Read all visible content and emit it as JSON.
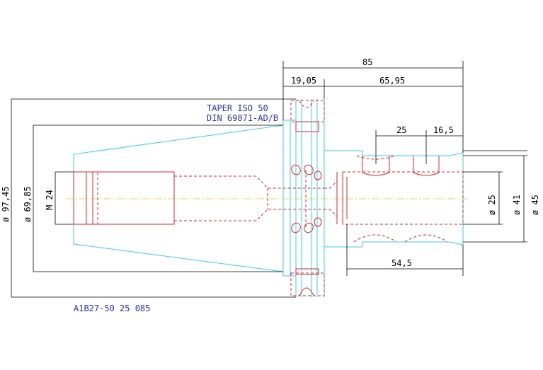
{
  "drawing": {
    "taper_note_line1": "TAPER ISO 50",
    "taper_note_line2": "DIN 69871-AD/B",
    "part_number": "A1B27-50 25 085",
    "colors": {
      "body": "#39d3e6",
      "hidden": "#e3262c",
      "dimension": "#000000",
      "note": "#3030c0",
      "centerline": "#e8d84a"
    }
  },
  "dimensions": {
    "overall_length": "85",
    "flange_length": "19,05",
    "shank_length": "65,95",
    "groove_spacing": "25",
    "groove_offset": "16,5",
    "bore_depth": "54,5",
    "dia_flange": "ø 97,45",
    "dia_taper": "ø 69,85",
    "thread": "M 24",
    "dia_bore": "ø 25",
    "dia_shank_inner": "ø 41",
    "dia_shank_outer": "ø 45"
  }
}
